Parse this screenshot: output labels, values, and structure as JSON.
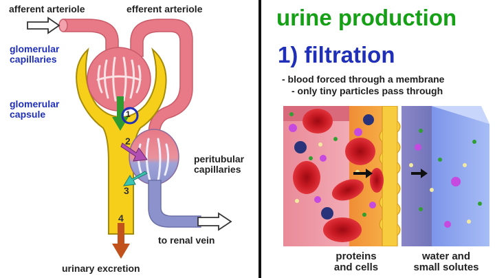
{
  "left": {
    "labels": {
      "afferent": "afferent arteriole",
      "efferent": "efferent arteriole",
      "glomerular_capillaries": [
        "glomerular",
        "capillaries"
      ],
      "glomerular_capsule": [
        "glomerular",
        "capsule"
      ],
      "peritubular": [
        "peritubular",
        "capillaries"
      ],
      "renal_vein": "to renal vein",
      "urinary": "urinary excretion"
    },
    "steps": [
      "1",
      "2",
      "3",
      "4"
    ]
  },
  "right": {
    "title": "urine production",
    "heading": "1) filtration",
    "bullets": [
      "- blood forced through a membrane",
      "- only tiny particles pass through"
    ],
    "captions": {
      "left": [
        "proteins",
        "and cells"
      ],
      "right": [
        "water and",
        "small solutes"
      ]
    }
  },
  "colors": {
    "blood": "#e87a87",
    "tubule": "#f6cf1a",
    "vein": "#8c92cc",
    "title": "#16a016",
    "heading": "#1f2fb8",
    "step1_arrow": "#2f9a2f",
    "step2_arrow": "#b24fb2",
    "step3_arrow": "#3bc4b0",
    "step4_arrow": "#c1521b"
  }
}
